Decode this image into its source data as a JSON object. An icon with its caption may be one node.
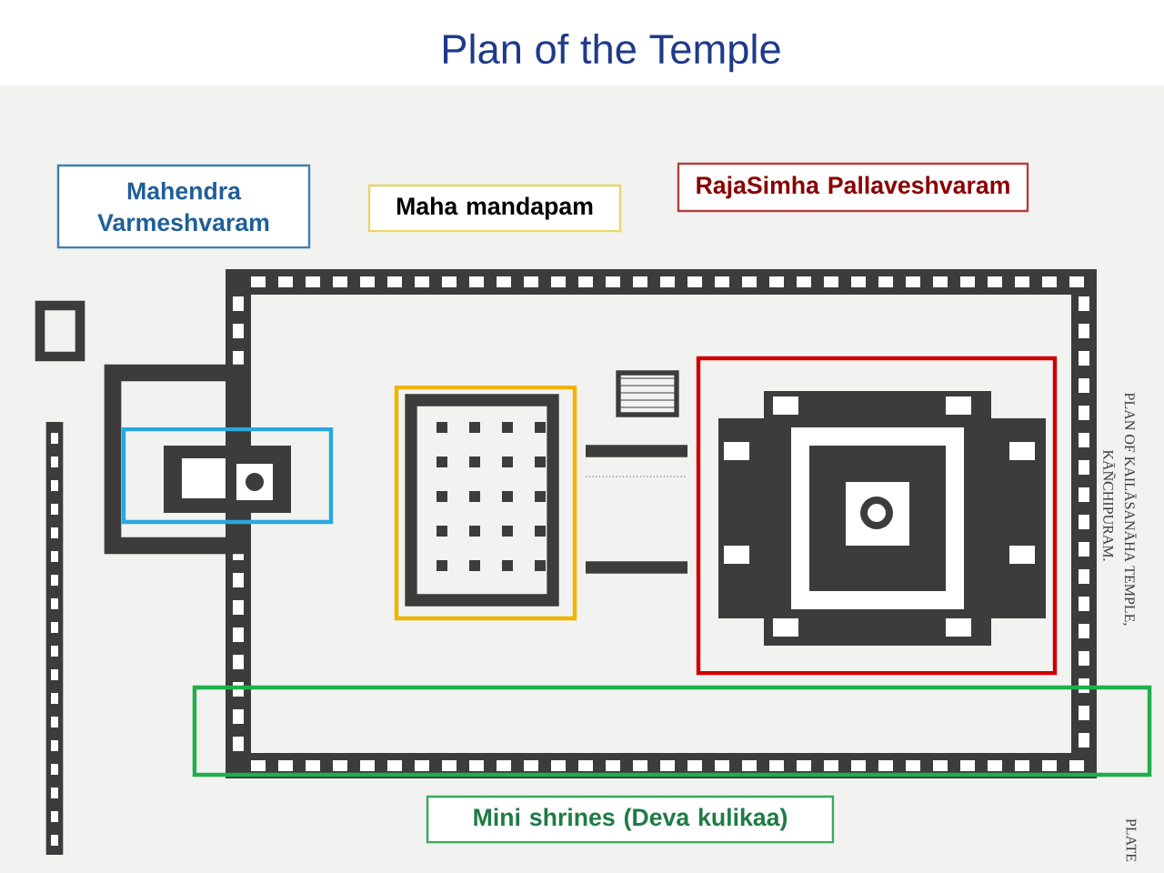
{
  "diagram": {
    "title": "Plan of the Temple",
    "nodes": [
      {
        "text": [
          "Mahendra Varmeshvaram"
        ]
      },
      {
        "text": [
          "Maha mandapam"
        ]
      },
      {
        "text": [
          "RajaSimha Pallaveshvaram"
        ]
      },
      {
        "text": [],
        "shape": "box"
      },
      {
        "text": [],
        "shape": "box"
      },
      {
        "text": [],
        "shape": "box"
      },
      {
        "text": [],
        "shape": "box"
      },
      {
        "text": [
          "Mini shrines (Deva kulikaa)"
        ]
      }
    ],
    "edges": [],
    "labels": [
      "PLAN OF KAILĀSANĀHA TEMPLE,",
      "KĀÑCHIPURAM.",
      "PLATE"
    ]
  }
}
